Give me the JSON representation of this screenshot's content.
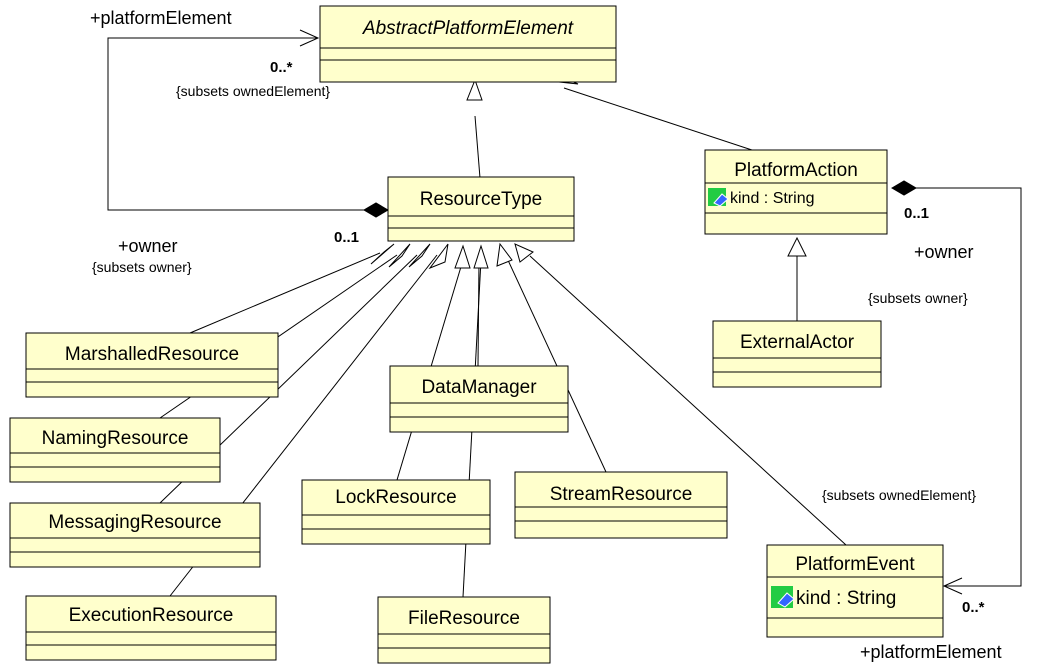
{
  "classes": {
    "abstract_platform_element": {
      "name": "AbstractPlatformElement"
    },
    "resource_type": {
      "name": "ResourceType"
    },
    "platform_action": {
      "name": "PlatformAction",
      "attribute": "kind : String"
    },
    "external_actor": {
      "name": "ExternalActor"
    },
    "marshalled_resource": {
      "name": "MarshalledResource"
    },
    "naming_resource": {
      "name": "NamingResource"
    },
    "messaging_resource": {
      "name": "MessagingResource"
    },
    "execution_resource": {
      "name": "ExecutionResource"
    },
    "data_manager": {
      "name": "DataManager"
    },
    "lock_resource": {
      "name": "LockResource"
    },
    "stream_resource": {
      "name": "StreamResource"
    },
    "file_resource": {
      "name": "FileResource"
    },
    "platform_event": {
      "name": "PlatformEvent",
      "attribute": "kind : String"
    }
  },
  "associations": {
    "left": {
      "role_top": "+platformElement",
      "mult_top": "0..*",
      "constraint_top": "{subsets ownedElement}",
      "role_bottom": "+owner",
      "mult_bottom": "0..1",
      "constraint_bottom": "{subsets owner}"
    },
    "right": {
      "mult_top": "0..1",
      "role_top": "+owner",
      "constraint_top": "{subsets owner}",
      "constraint_bottom": "{subsets ownedElement}",
      "mult_bottom": "0..*",
      "role_bottom": "+platformElement"
    }
  },
  "colors": {
    "class_fill": "#ffffcc",
    "attribute_icon_bg": "#22cc44",
    "attribute_icon_fg": "#3366ff"
  },
  "icons": {
    "attribute": "attribute-icon"
  }
}
